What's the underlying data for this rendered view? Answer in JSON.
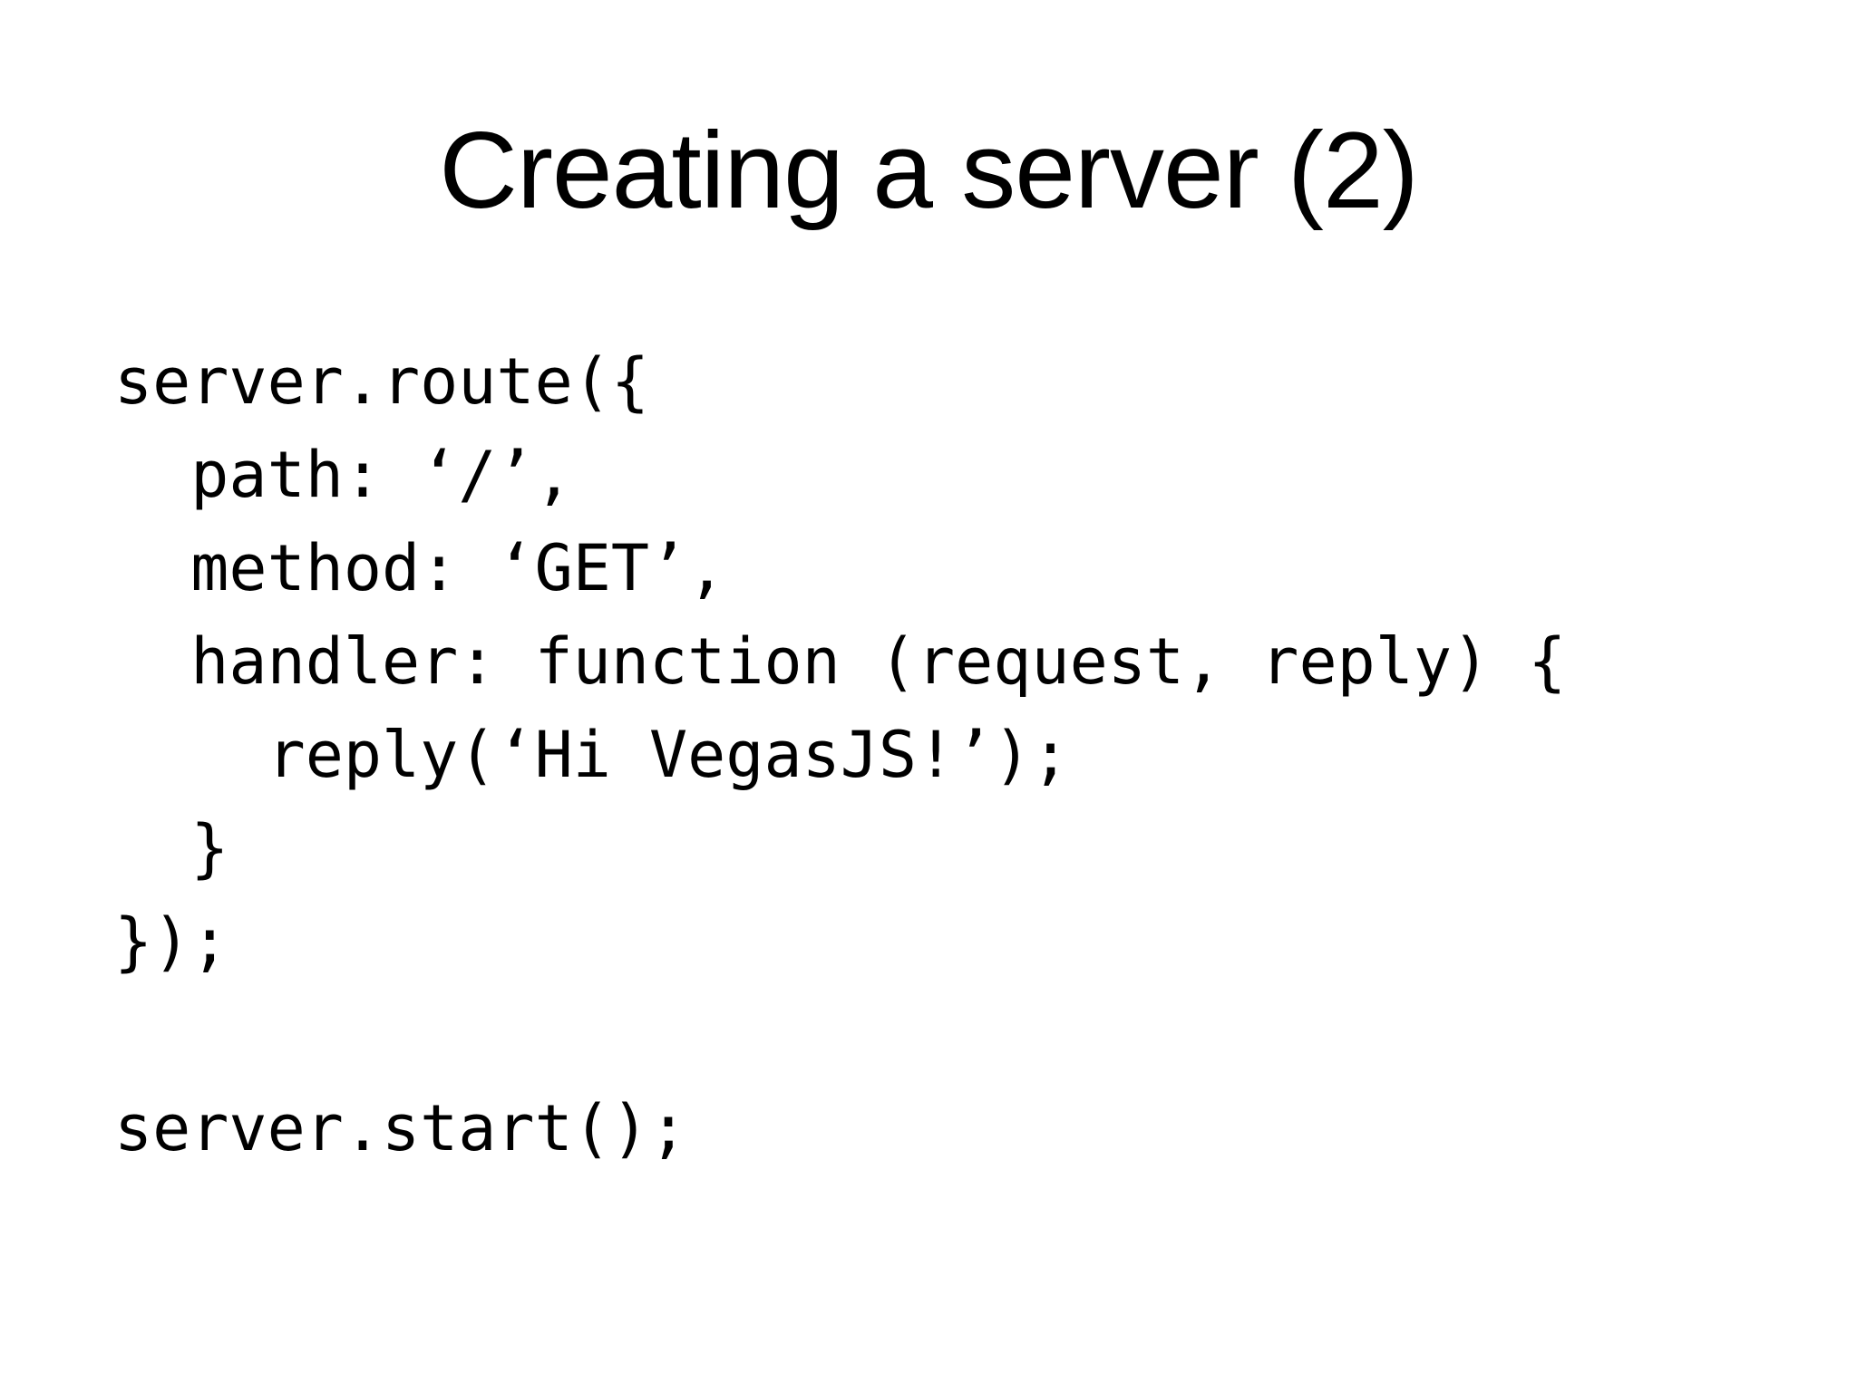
{
  "slide": {
    "title": "Creating a server (2)",
    "code_lines": [
      "server.route({",
      "  path: ‘/’,",
      "  method: ‘GET’,",
      "  handler: function (request, reply) {",
      "    reply(‘Hi VegasJS!’);",
      "  }",
      "});",
      "",
      "server.start();"
    ]
  },
  "colors": {
    "background": "#ffffff",
    "text": "#000000"
  }
}
